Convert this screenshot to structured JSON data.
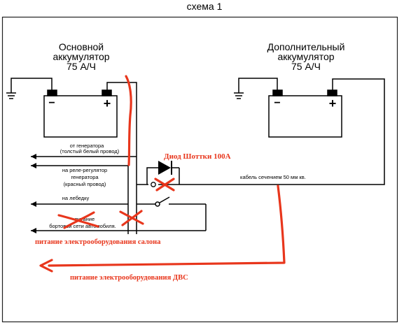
{
  "title": "схема 1",
  "main_battery": {
    "line1": "Основной",
    "line2": "аккумулятор",
    "line3": "75 А/Ч"
  },
  "aux_battery": {
    "line1": "Дополнительный",
    "line2": "аккумулятор",
    "line3": "75 А/Ч"
  },
  "labels": {
    "from_generator_1": "от генератора",
    "from_generator_2": "(толстый белый провод)",
    "to_regulator_1": "на реле-регулятор",
    "to_regulator_2": "генератора",
    "to_regulator_3": "(красный провод)",
    "to_winch": "на лебедку",
    "onboard_1": "питание",
    "onboard_2": "бортовой сети автомобиля.",
    "cable": "кабель сечением 50 мм кв."
  },
  "annotations": {
    "schottky_diode": "Диод Шоттки 100А",
    "cabin_power": "питание электрооборудования салона",
    "engine_power": "питание электрооборудования ДВС"
  },
  "colors": {
    "wire": "#000000",
    "annotation": "#e8361c",
    "frame": "#222222"
  },
  "symbols": {
    "minus": "−",
    "plus": "+"
  }
}
